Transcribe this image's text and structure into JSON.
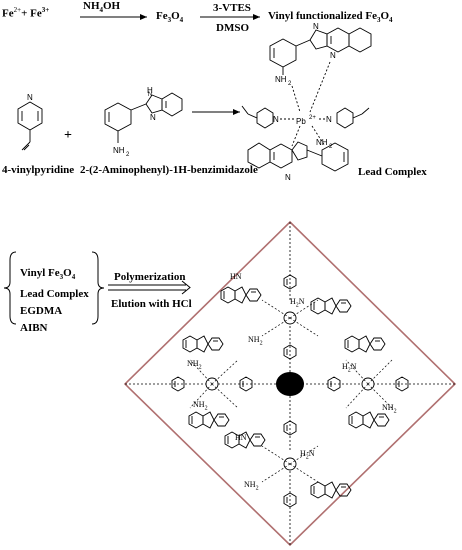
{
  "row1": {
    "reactant_fe2": "Fe",
    "reactant_fe2_charge": "2+",
    "plus": "+",
    "reactant_fe3": "Fe",
    "reactant_fe3_charge": "3+",
    "reagent1": "NH",
    "reagent1_sub": "4",
    "reagent1_tail": "OH",
    "product1": "Fe",
    "product1_sub3": "3",
    "product1_o": "O",
    "product1_sub4": "4",
    "reagent2_top": "3-VTES",
    "reagent2_bottom": "DMSO",
    "product2": "Vinyl functionalized Fe",
    "product2_sub3": "3",
    "product2_o": "O",
    "product2_sub4": "4"
  },
  "row2": {
    "label_vinylpyridine": "4-vinylpyridine",
    "label_benzimidazole": "2-(2-Aminophenyl)-1H-benzimidazole",
    "label_complex": "Lead Complex",
    "plus": "+",
    "nh2": "NH",
    "nh2_sub": "2",
    "h": "H",
    "n": "N",
    "pb": "Pb",
    "pb_charge": "2+"
  },
  "row3": {
    "list": [
      "Vinyl Fe",
      "Lead Complex",
      "EGDMA",
      "AIBN"
    ],
    "list_fe_sub3": "3",
    "list_fe_o": "O",
    "list_fe_sub4": "4",
    "arrow_top": "Polymerization",
    "arrow_bottom": "Elution with HCl"
  },
  "diamond": {
    "nh2": "NH",
    "h2n": "H",
    "sub2": "2",
    "hn": "HN",
    "n": "N",
    "h": "H"
  }
}
